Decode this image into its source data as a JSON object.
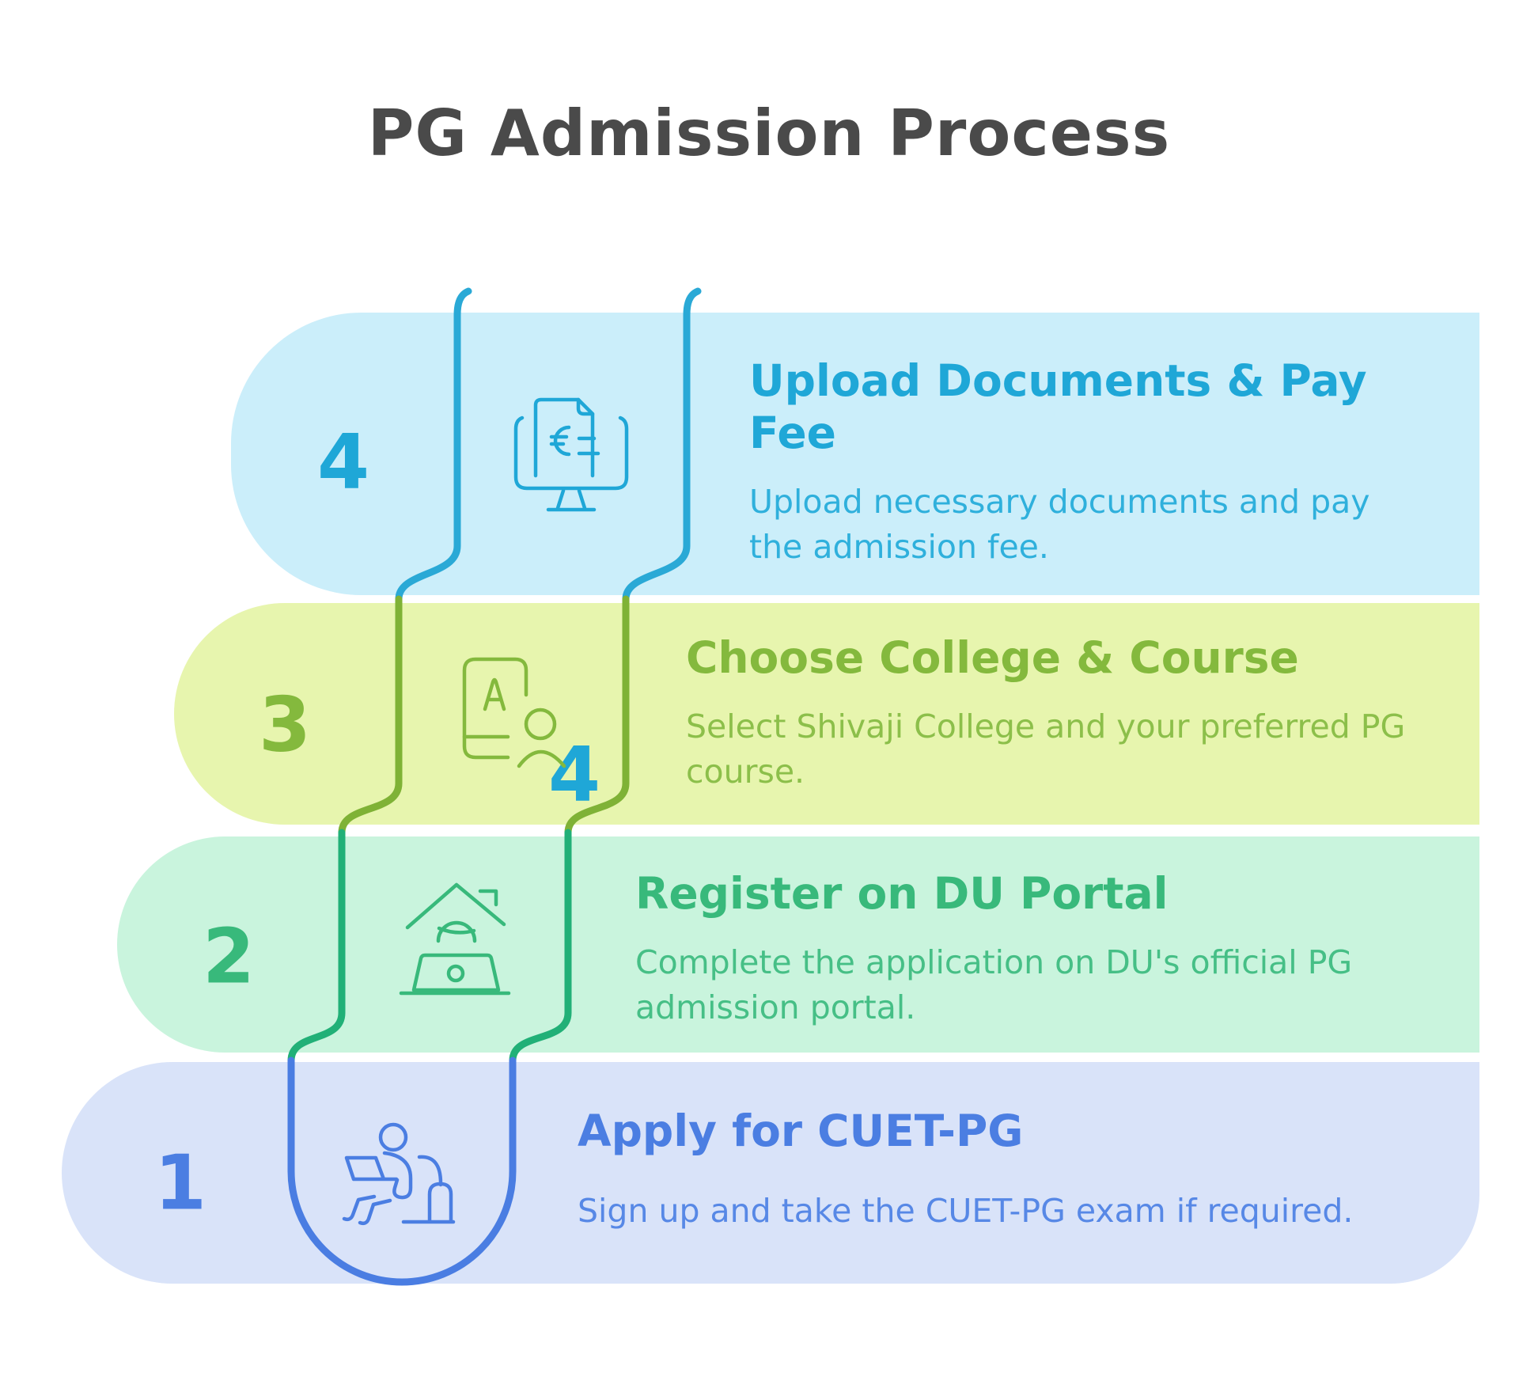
{
  "title": "PG Admission Process",
  "title_color": "#4a4a4a",
  "steps": [
    {
      "number": "4",
      "heading": "Upload Documents & Pay Fee",
      "description": "Upload necessary documents and pay the admission fee.",
      "icon": "monitor-invoice-icon",
      "band_color": "#cbeefa",
      "accent_color": "#1fa7d7",
      "connector_color": "#2aa9d6"
    },
    {
      "number": "3",
      "heading": "Choose College & Course",
      "description": "Select Shivaji College and your preferred PG course.",
      "icon": "id-card-person-icon",
      "band_color": "#e7f5ae",
      "accent_color": "#84b93d",
      "connector_color": "#7fb236"
    },
    {
      "number": "2",
      "heading": "Register on DU Portal",
      "description": "Complete the application on DU's official PG admission portal.",
      "icon": "work-from-home-icon",
      "band_color": "#c9f4dd",
      "accent_color": "#38b97b",
      "connector_color": "#21b077"
    },
    {
      "number": "1",
      "heading": "Apply for CUET-PG",
      "description": "Sign up and take the CUET-PG exam if required.",
      "icon": "person-laptop-icon",
      "band_color": "#d9e3f9",
      "accent_color": "#4b7ee2",
      "connector_color": "#4a7de2"
    }
  ]
}
